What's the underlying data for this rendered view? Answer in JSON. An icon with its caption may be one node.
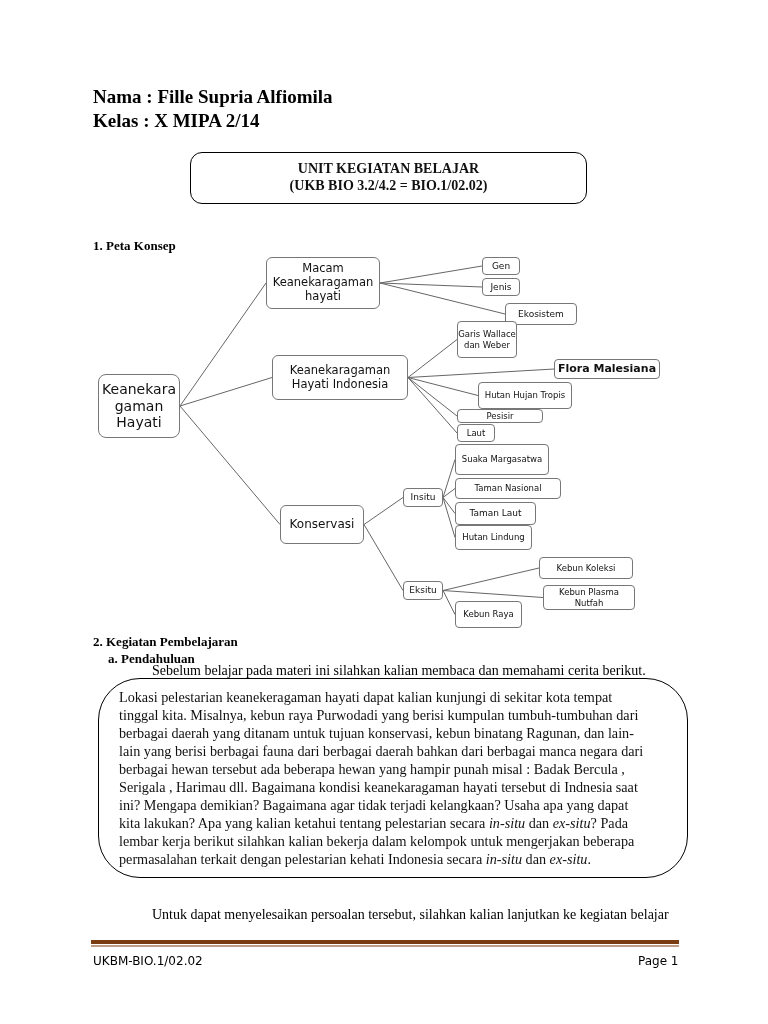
{
  "diagram": {
    "nodes": [
      {
        "text": [
          "UNIT KEGIATAN BELAJAR",
          "(UKB BIO 3.2/4.2 = BIO.1/02.02)"
        ]
      },
      {
        "text": [
          "Keanekaragaman Hayati"
        ]
      },
      {
        "text": [
          "Macam Keanekaragaman hayati"
        ]
      },
      {
        "text": [
          "Gen"
        ]
      },
      {
        "text": [
          "Jenis"
        ]
      },
      {
        "text": [
          "Ekosistem"
        ]
      },
      {
        "text": [
          "Keanekaragaman Hayati Indonesia"
        ]
      },
      {
        "text": [
          "Garis Wallace dan Weber"
        ]
      },
      {
        "text": [
          "Flora Malesiana"
        ]
      },
      {
        "text": [
          "Hutan Hujan Tropis"
        ]
      },
      {
        "text": [
          "Pesisir"
        ]
      },
      {
        "text": [
          "Laut"
        ]
      },
      {
        "text": [
          "Konservasi"
        ]
      },
      {
        "text": [
          "Insitu"
        ]
      },
      {
        "text": [
          "Suaka Margasatwa"
        ]
      },
      {
        "text": [
          "Taman Nasional"
        ]
      },
      {
        "text": [
          "Taman Laut"
        ]
      },
      {
        "text": [
          "Hutan Lindung"
        ]
      },
      {
        "text": [
          "Eksitu"
        ]
      },
      {
        "text": [
          "Kebun Koleksi"
        ]
      },
      {
        "text": [
          "Kebun Plasma Nutfah"
        ]
      },
      {
        "text": [
          "Kebun Raya"
        ]
      },
      {
        "text": [
          "Lokasi pelestarian keanekeragaman hayati dapat kalian kunjungi di sekitar kota tempat tinggal kita. Misalnya, kebun raya Purwodadi yang berisi kumpulan tumbuh-tumbuhan dari berbagai daerah yang ditanam untuk tujuan konservasi, kebun binatang Ragunan, dan lain-lain yang berisi berbagai fauna dari berbagai daerah bahkan dari berbagai manca negara dari berbagai hewan tersebut ada beberapa hewan yang hampir punah misal : Badak Bercula , Serigala , Harimau dll. Bagaimana kondisi keanekaragaman hayati tersebut di Indnesia saat ini? Mengapa demikian? Bagaimana agar tidak terjadi kelangkaan?  Usaha apa yang dapat kita lakukan? Apa yang kalian ketahui tentang pelestarian secara *in-situ* dan *ex-situ*? Pada lembar kerja berikut silahkan kalian bekerja dalam kelompok untuk mengerjakan beberapa permasalahan terkait dengan pelestarian kehati Indonesia secara *in-situ* dan *ex-situ*."
        ]
      }
    ],
    "edges": [
      {
        "from": 1,
        "to": 2,
        "arrow": "none"
      },
      {
        "from": 1,
        "to": 6,
        "arrow": "none"
      },
      {
        "from": 1,
        "to": 12,
        "arrow": "none"
      },
      {
        "from": 2,
        "to": 3,
        "arrow": "none"
      },
      {
        "from": 2,
        "to": 4,
        "arrow": "none"
      },
      {
        "from": 2,
        "to": 5,
        "arrow": "none"
      },
      {
        "from": 6,
        "to": 7,
        "arrow": "none"
      },
      {
        "from": 6,
        "to": 8,
        "arrow": "none"
      },
      {
        "from": 6,
        "to": 9,
        "arrow": "none"
      },
      {
        "from": 6,
        "to": 10,
        "arrow": "none"
      },
      {
        "from": 6,
        "to": 11,
        "arrow": "none"
      },
      {
        "from": 12,
        "to": 13,
        "arrow": "none"
      },
      {
        "from": 12,
        "to": 18,
        "arrow": "none"
      },
      {
        "from": 13,
        "to": 14,
        "arrow": "none"
      },
      {
        "from": 13,
        "to": 15,
        "arrow": "none"
      },
      {
        "from": 13,
        "to": 16,
        "arrow": "none"
      },
      {
        "from": 13,
        "to": 17,
        "arrow": "none"
      },
      {
        "from": 18,
        "to": 19,
        "arrow": "none"
      },
      {
        "from": 18,
        "to": 20,
        "arrow": "none"
      },
      {
        "from": 18,
        "to": 21,
        "arrow": "none"
      }
    ],
    "labels": [
      "Nama : Fille Supria Alfiomila",
      "Kelas : X MIPA 2/14",
      "1. Peta Konsep",
      "2. Kegiatan Pembelajaran",
      "a. Pendahuluan",
      "Sebelum belajar pada materi ini silahkan kalian membaca dan memahami cerita berikut.",
      "Untuk dapat menyelesaikan persoalan tersebut, silahkan kalian lanjutkan ke kegiatan belajar",
      "UKBM-BIO.1/02.02",
      "Page 1"
    ]
  }
}
